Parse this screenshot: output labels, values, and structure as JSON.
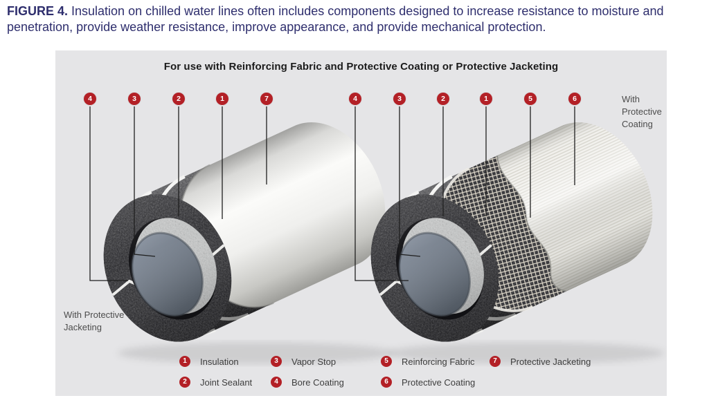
{
  "caption": {
    "label": "FIGURE 4.",
    "text": "Insulation on chilled water lines often includes components designed to increase resistance to moisture and penetration, provide weather resistance, improve appearance, and provide mechanical protection."
  },
  "panel": {
    "title": "For use with Reinforcing Fabric and Protective Coating or Protective Jacketing",
    "left_pipe": {
      "label": "With Protective Jacketing",
      "callouts": [
        "4",
        "3",
        "2",
        "1",
        "7"
      ]
    },
    "right_pipe": {
      "label": "With Protective Coating",
      "callouts": [
        "4",
        "3",
        "2",
        "1",
        "5",
        "6"
      ]
    },
    "legend": [
      {
        "num": "1",
        "label": "Insulation"
      },
      {
        "num": "2",
        "label": "Joint Sealant"
      },
      {
        "num": "3",
        "label": "Vapor Stop"
      },
      {
        "num": "4",
        "label": "Bore Coating"
      },
      {
        "num": "5",
        "label": "Reinforcing Fabric"
      },
      {
        "num": "6",
        "label": "Protective Coating"
      },
      {
        "num": "7",
        "label": "Protective Jacketing"
      }
    ]
  },
  "colors": {
    "badge_red": "#b32026",
    "caption_navy": "#2e2e6d",
    "panel_bg": "#e5e5e7"
  }
}
